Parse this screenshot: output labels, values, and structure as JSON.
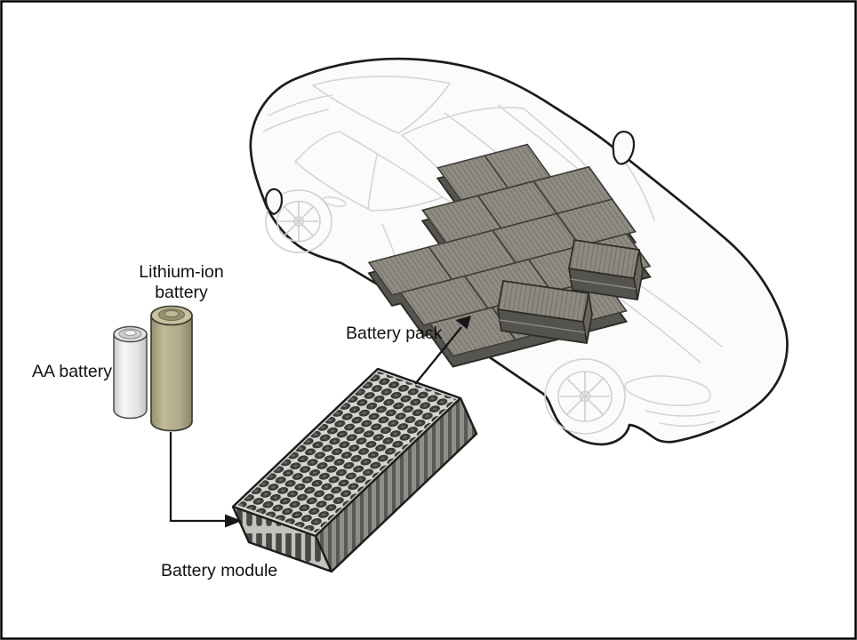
{
  "figure": {
    "type": "ev-battery-diagram",
    "labels": {
      "lithium_ion_line1": "Lithium-ion",
      "lithium_ion_line2": "battery",
      "aa_battery": "AA battery",
      "battery_pack": "Battery pack",
      "battery_module": "Battery module"
    },
    "colors": {
      "background": "#ffffff",
      "frame": "#000000",
      "label_text": "#111111",
      "car_outline": "#1c1c1c",
      "car_sketch_line": "#d5d5d5",
      "car_body_fill": "#fbfbfb",
      "pack_slab_top": "#8f8c84",
      "pack_slab_rib": "#777469",
      "pack_base": "#56544e",
      "module_tray": "#d5d5d3",
      "module_cell": "#403e3b",
      "aa_battery_body": "#e9e9e7",
      "li_ion_body": "#b3ac8a",
      "arrow": "#161616"
    }
  }
}
